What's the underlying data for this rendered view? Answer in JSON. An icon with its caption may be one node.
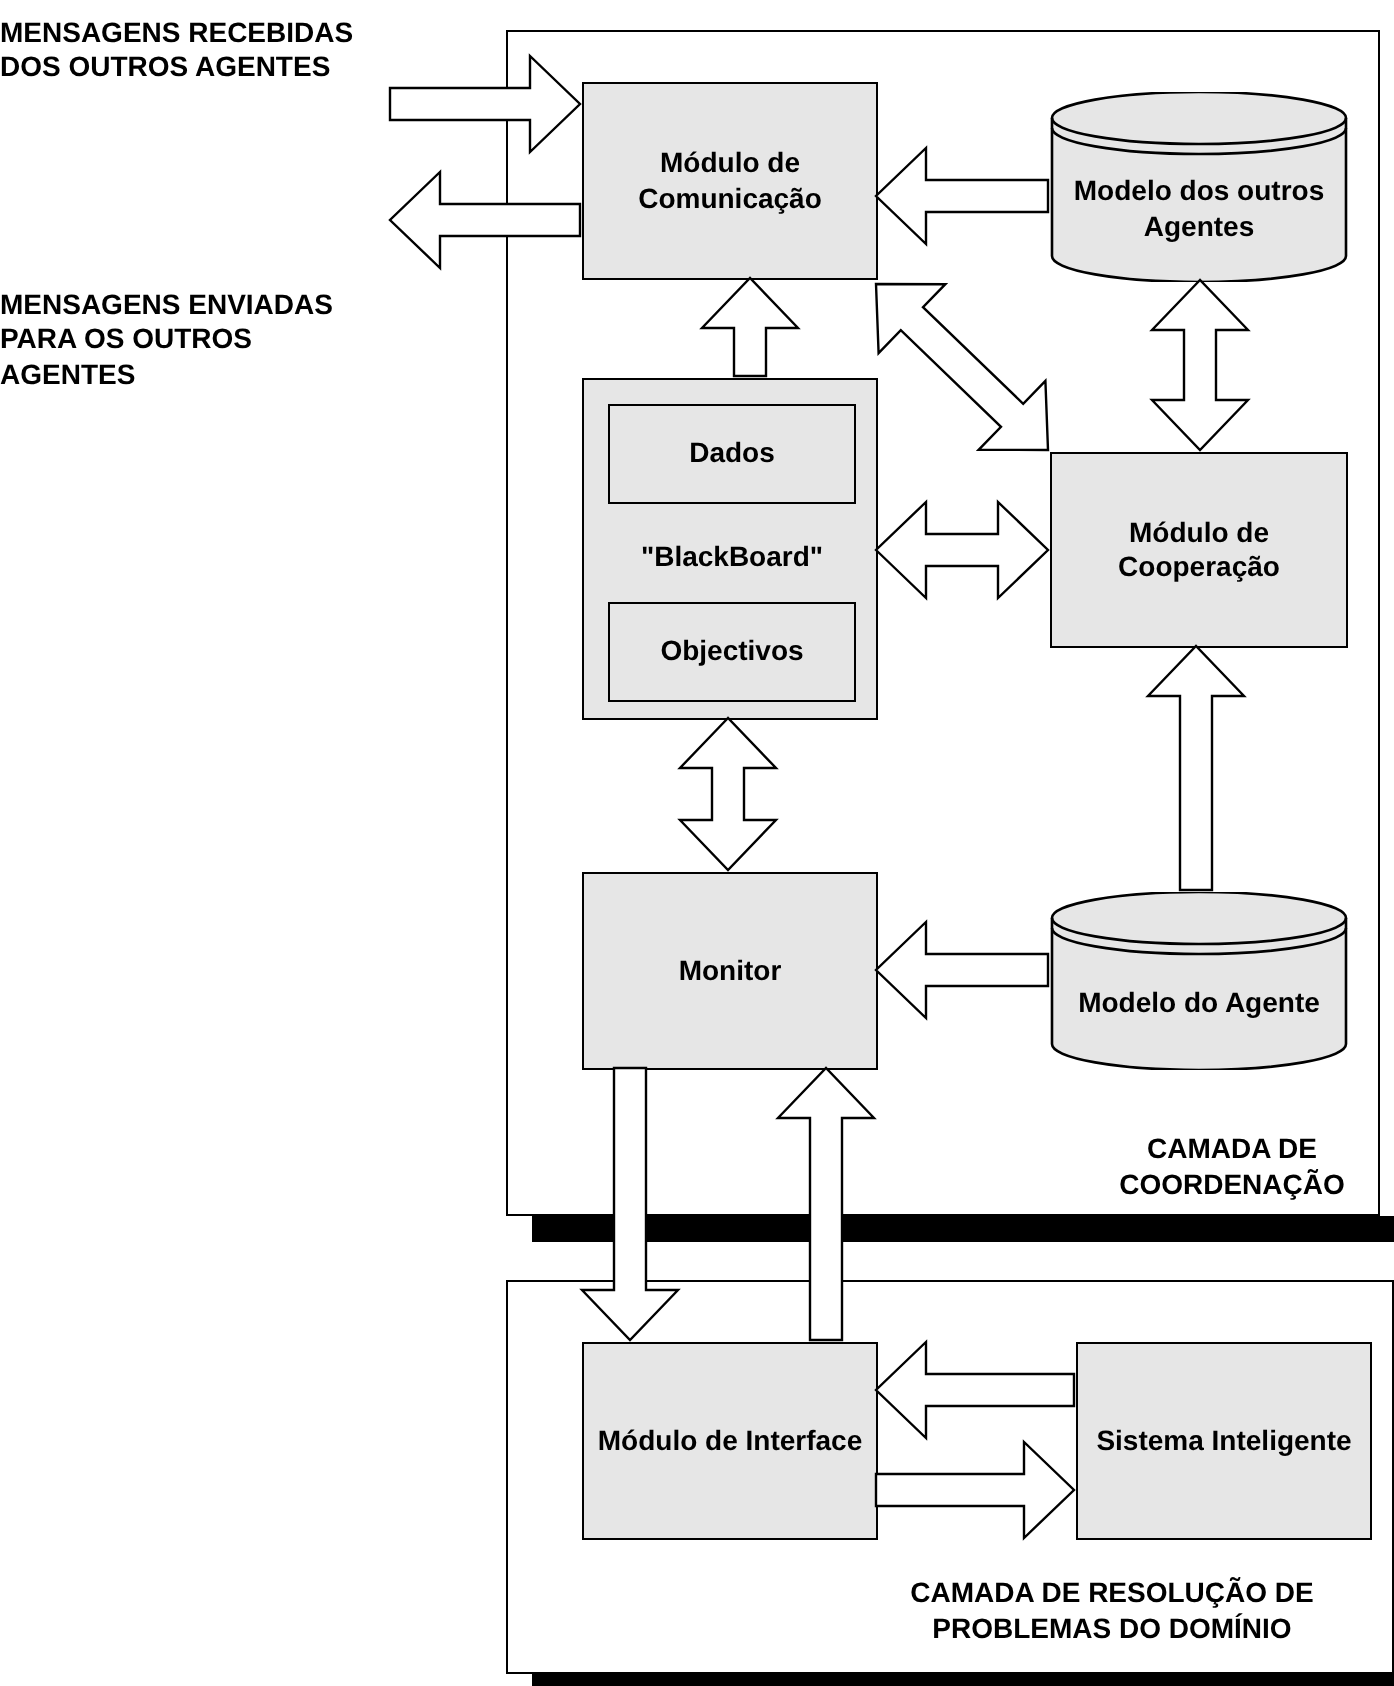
{
  "diagram": {
    "nodes": [
      {
        "text": [
          "CAMADA DE COORDENAÇÃO"
        ]
      },
      {
        "text": [
          "Módulo de Comunicação"
        ],
        "in": 0
      },
      {
        "text": [
          "Modelo dos outros  Agentes"
        ],
        "in": 0
      },
      {
        "text": [
          "\"BlackBoard\""
        ],
        "in": 0
      },
      {
        "text": [
          "Dados"
        ],
        "in": 3
      },
      {
        "text": [
          "Objectivos"
        ],
        "in": 3
      },
      {
        "text": [
          "Módulo de Cooperação"
        ],
        "in": 0
      },
      {
        "text": [
          "Monitor"
        ],
        "in": 0
      },
      {
        "text": [
          "Modelo do Agente"
        ],
        "in": 0
      },
      {
        "text": [
          "CAMADA DE RESOLUÇÃO DE PROBLEMAS DO DOMÍNIO"
        ]
      },
      {
        "text": [
          "Módulo de Interface"
        ],
        "in": 9
      },
      {
        "text": [
          "Sistema Inteligente"
        ],
        "in": 9
      },
      {
        "text": [
          "MENSAGENS RECEBIDAS DOS OUTROS AGENTES"
        ]
      },
      {
        "text": [
          "MENSAGENS ENVIADAS PARA OS OUTROS AGENTES"
        ]
      }
    ],
    "edges": [
      {
        "from": 12,
        "to": 1,
        "arrow": "to"
      },
      {
        "from": 1,
        "to": 13,
        "arrow": "to"
      },
      {
        "from": 2,
        "to": 1,
        "arrow": "to"
      },
      {
        "from": 3,
        "to": 1,
        "arrow": "to"
      },
      {
        "from": 1,
        "to": 6,
        "arrow": "both"
      },
      {
        "from": 2,
        "to": 6,
        "arrow": "both"
      },
      {
        "from": 3,
        "to": 6,
        "arrow": "both"
      },
      {
        "from": 3,
        "to": 7,
        "arrow": "both"
      },
      {
        "from": 8,
        "to": 7,
        "arrow": "to"
      },
      {
        "from": 8,
        "to": 6,
        "arrow": "to"
      },
      {
        "from": 7,
        "to": 10,
        "arrow": "to"
      },
      {
        "from": 10,
        "to": 7,
        "arrow": "to"
      },
      {
        "from": 11,
        "to": 10,
        "arrow": "to"
      },
      {
        "from": 10,
        "to": 11,
        "arrow": "to"
      }
    ]
  }
}
